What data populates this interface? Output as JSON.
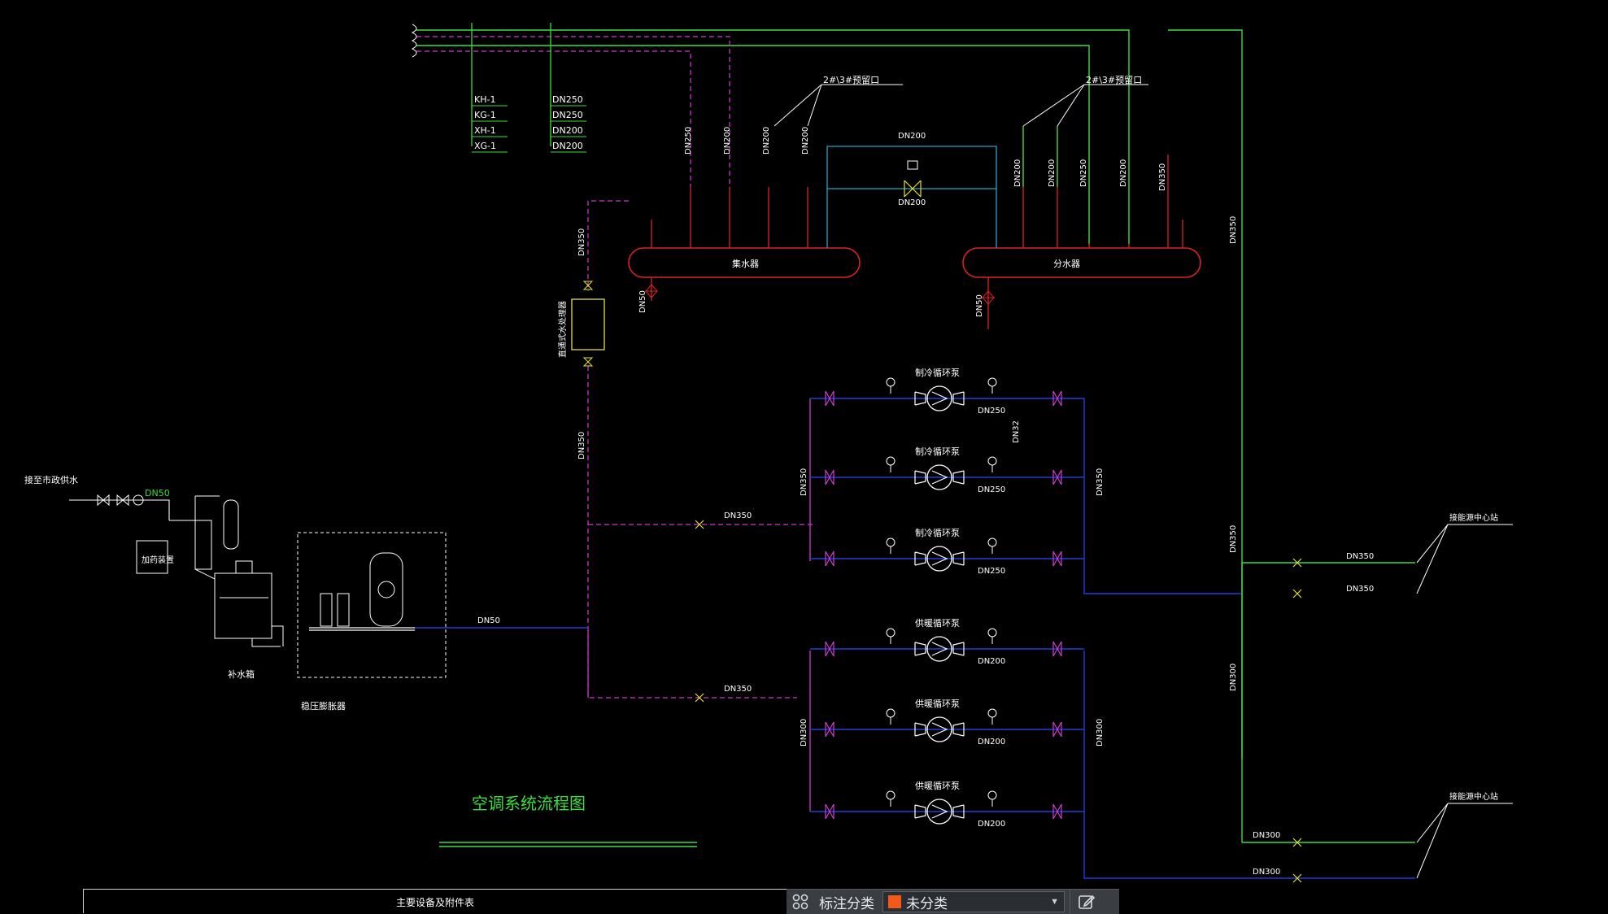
{
  "drawing": {
    "title": "空调系统流程图",
    "table_title": "主要设备及附件表",
    "pipe_legend": {
      "codes": [
        "KH-1",
        "KG-1",
        "XH-1",
        "XG-1"
      ],
      "sizes": [
        "DN250",
        "DN250",
        "DN200",
        "DN200"
      ]
    },
    "collector": {
      "label": "集水器",
      "spare_label": "2#\\3#预留口",
      "branch_sizes": [
        "DN250",
        "DN200",
        "DN200",
        "DN200"
      ],
      "drain": "DN50",
      "main": "DN350"
    },
    "distributor": {
      "label": "分水器",
      "spare_label": "2#\\3#预留口",
      "branch_sizes": [
        "DN200",
        "DN200",
        "DN250",
        "DN200",
        "DN350"
      ],
      "drain": "DN50",
      "main": "DN350"
    },
    "bypass": {
      "size_top": "DN200",
      "size_bottom": "DN200"
    },
    "bypass_filter_label": "直通式水处理器",
    "return_main_label": "DN350",
    "city_water_label": "接至市政供水",
    "city_water_size": "DN50",
    "dosing_label": "加药装置",
    "makeup_tank_label": "补水箱",
    "expansion_label": "稳压膨胀器",
    "expansion_pipe_size": "DN50",
    "dn32": "DN32",
    "cooling_pumps": {
      "label": "制冷循环泵",
      "outlet": [
        "DN250",
        "DN250",
        "DN250"
      ],
      "header": "DN350"
    },
    "heating_pumps": {
      "label": "供暖循环泵",
      "outlet": [
        "DN200",
        "DN200",
        "DN200"
      ],
      "header": "DN300"
    },
    "header_connections": [
      "DN350",
      "DN350"
    ],
    "energy_center": {
      "label": "接能源中心站",
      "supply_cool": "DN350",
      "return_cool": "DN350",
      "supply_heat": "DN300",
      "return_heat": "DN300"
    },
    "riser_labels": {
      "upper": "DN350",
      "middle": "DN350",
      "lower": "DN300"
    }
  },
  "toolbar": {
    "grid_icon": "grid-icon",
    "label": "标注分类",
    "selected": "未分类",
    "swatch_color": "#f35a1a",
    "edit_icon": "edit-icon"
  },
  "colors": {
    "supply": "#3ddc3d",
    "return": "#d13ad1",
    "blue": "#1d3fd8",
    "red": "#e02020",
    "cyan": "#22a7c7",
    "yellow": "#e8e030"
  }
}
